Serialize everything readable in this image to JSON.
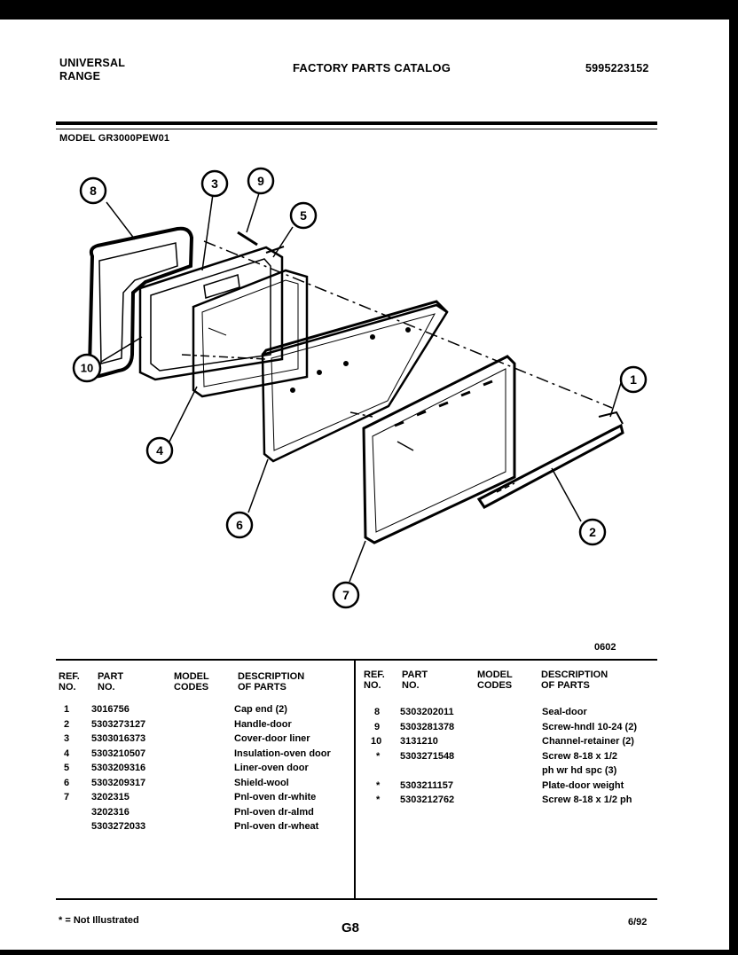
{
  "header": {
    "brand_line1": "UNIVERSAL",
    "brand_line2": "RANGE",
    "catalog_title": "FACTORY PARTS CATALOG",
    "catalog_number": "5995223152",
    "model_line": "MODEL GR3000PEW01"
  },
  "diagram": {
    "callouts": [
      "8",
      "3",
      "9",
      "5",
      "10",
      "4",
      "6",
      "7",
      "1",
      "2"
    ],
    "code": "0602"
  },
  "table": {
    "headers": {
      "ref": [
        "REF.",
        "NO."
      ],
      "part": [
        "PART",
        "NO."
      ],
      "model": [
        "MODEL",
        "CODES"
      ],
      "desc": [
        "DESCRIPTION",
        "OF PARTS"
      ]
    },
    "left_rows": [
      {
        "ref": "1",
        "part": "3016756",
        "model": "",
        "desc": "Cap end (2)"
      },
      {
        "ref": "2",
        "part": "5303273127",
        "model": "",
        "desc": "Handle-door"
      },
      {
        "ref": "3",
        "part": "5303016373",
        "model": "",
        "desc": "Cover-door liner"
      },
      {
        "ref": "4",
        "part": "5303210507",
        "model": "",
        "desc": "Insulation-oven door"
      },
      {
        "ref": "5",
        "part": "5303209316",
        "model": "",
        "desc": "Liner-oven door"
      },
      {
        "ref": "6",
        "part": "5303209317",
        "model": "",
        "desc": "Shield-wool"
      },
      {
        "ref": "7",
        "part": "3202315",
        "model": "",
        "desc": "Pnl-oven dr-white"
      },
      {
        "ref": "",
        "part": "3202316",
        "model": "",
        "desc": "Pnl-oven dr-almd"
      },
      {
        "ref": "",
        "part": "5303272033",
        "model": "",
        "desc": "Pnl-oven dr-wheat"
      }
    ],
    "right_rows": [
      {
        "ref": "8",
        "part": "5303202011",
        "model": "",
        "desc": "Seal-door"
      },
      {
        "ref": "9",
        "part": "5303281378",
        "model": "",
        "desc": "Screw-hndl 10-24 (2)"
      },
      {
        "ref": "10",
        "part": "3131210",
        "model": "",
        "desc": "Channel-retainer (2)"
      },
      {
        "ref": "*",
        "part": "5303271548",
        "model": "",
        "desc": "Screw 8-18 x 1/2"
      },
      {
        "ref": "",
        "part": "",
        "model": "",
        "desc": "ph wr hd spc  (3)"
      },
      {
        "ref": "*",
        "part": "5303211157",
        "model": "",
        "desc": "Plate-door weight"
      },
      {
        "ref": "*",
        "part": "5303212762",
        "model": "",
        "desc": "Screw 8-18 x 1/2 ph"
      }
    ]
  },
  "footer": {
    "note": "* = Not Illustrated",
    "page": "G8",
    "date": "6/92"
  }
}
